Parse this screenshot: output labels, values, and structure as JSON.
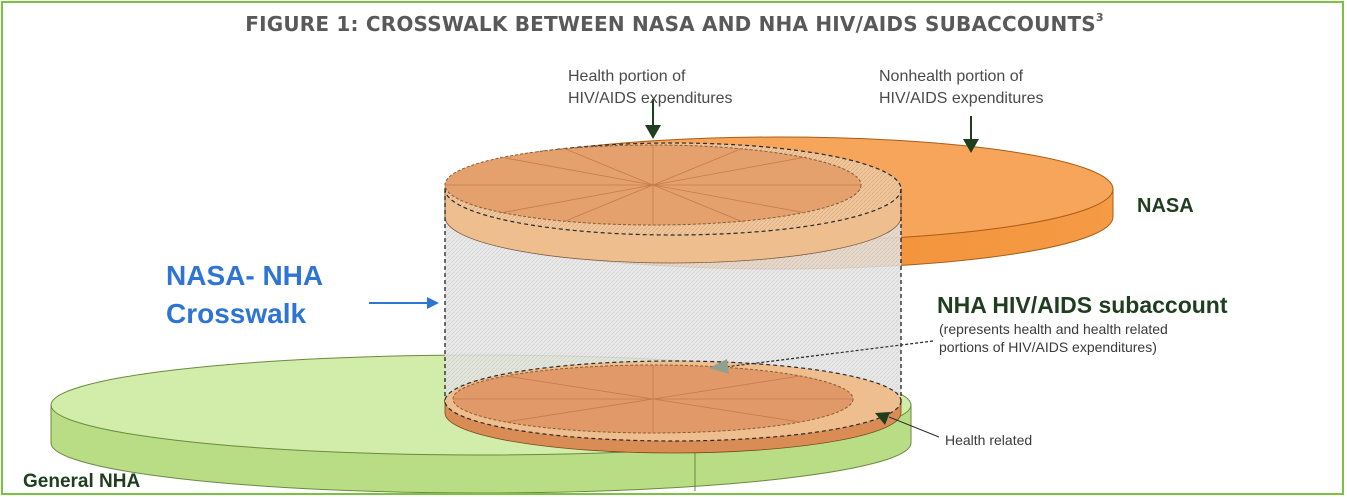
{
  "figure": {
    "title": "FIGURE 1: CROSSWALK BETWEEN NASA AND NHA HIV/AIDS SUBACCOUNTS",
    "title_sup": "3"
  },
  "labels": {
    "health_portion_line1": "Health portion of",
    "health_portion_line2": "HIV/AIDS expenditures",
    "nonhealth_portion_line1": "Nonhealth portion of",
    "nonhealth_portion_line2": "HIV/AIDS expenditures",
    "nasa": "NASA",
    "crosswalk_line1": "NASA- NHA",
    "crosswalk_line2": "Crosswalk",
    "subaccount_title": "NHA HIV/AIDS subaccount",
    "subaccount_desc_line1": "(represents health and health related",
    "subaccount_desc_line2": "portions of HIV/AIDS expenditures)",
    "health_related": "Health related",
    "general_nha": "General NHA"
  },
  "colors": {
    "border": "#7cc242",
    "title": "#595959",
    "nasa_disc": "#f7943c",
    "nasa_label": "#1f4e1f",
    "crosswalk_label": "#2e74d4",
    "nha_disc": "#c9e69a",
    "health_disc": "#e9a97a",
    "label_dark": "#1f3d1f"
  }
}
